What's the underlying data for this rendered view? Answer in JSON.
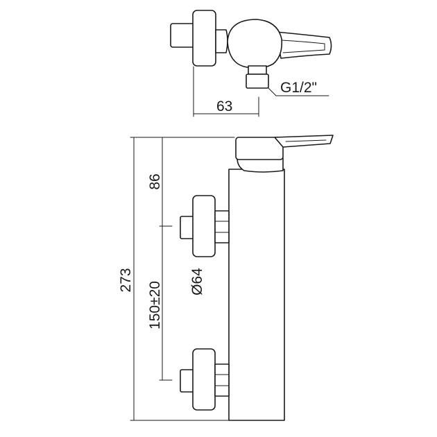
{
  "drawing": {
    "top_view": {
      "connection_label": "G1/2\"",
      "depth_dimension": "63"
    },
    "front_view": {
      "total_height": "273",
      "lever_to_inlet": "86",
      "inlet_spacing": "150±20",
      "flange_diameter": "Ø64"
    }
  }
}
